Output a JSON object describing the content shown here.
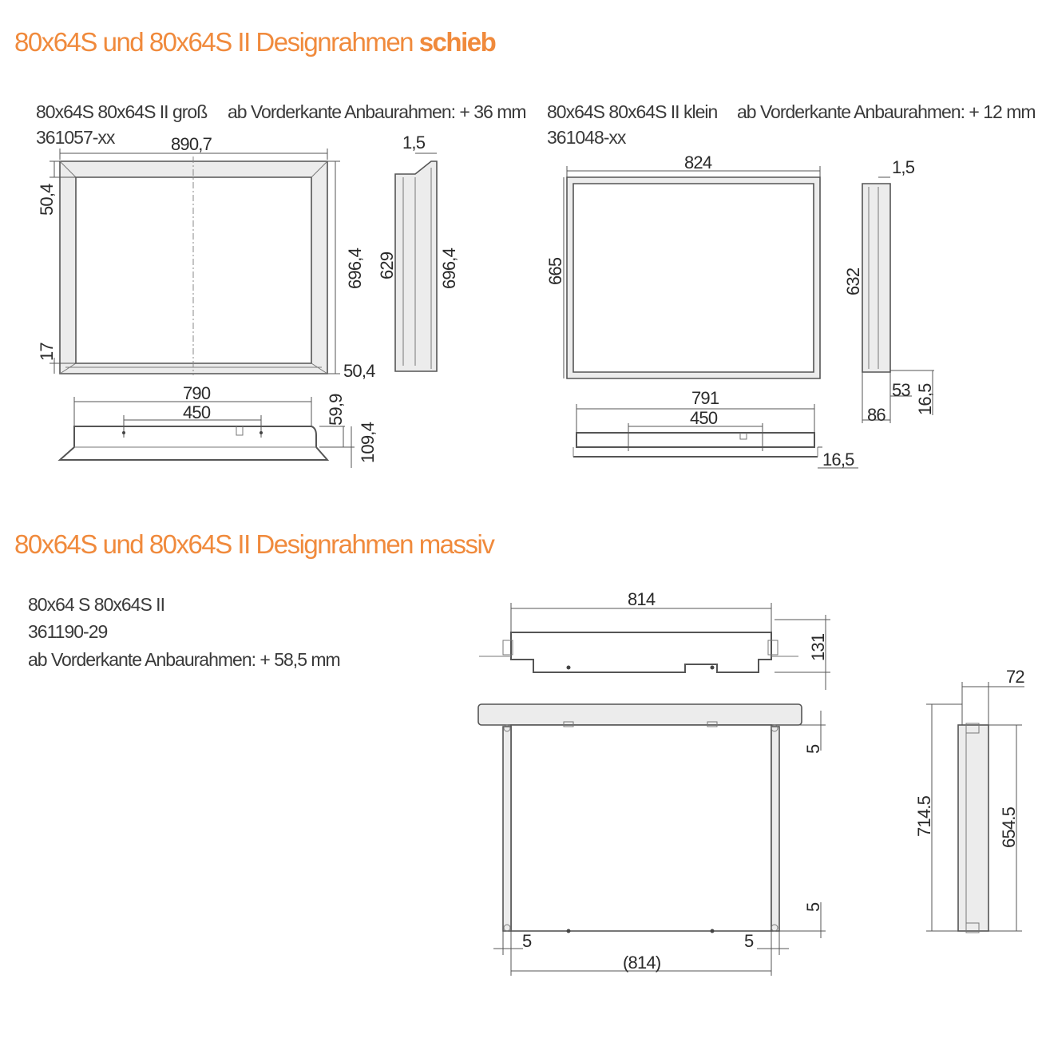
{
  "colors": {
    "accent": "#f08a3c",
    "line": "#555555",
    "text": "#333333"
  },
  "sections": [
    {
      "title_prefix": "80x64S und 80x64S II Designrahmen ",
      "title_bold": "schieb",
      "parts": [
        {
          "name": "80x64S 80x64S II groß",
          "article": "361057-xx",
          "offset": "ab Vorderkante Anbaurahmen: + 36 mm",
          "dims": {
            "width": "890,7",
            "side_top": "50,4",
            "side_bottom": "17",
            "height": "696,4",
            "bottom_right": "50,4",
            "profile_thickness": "1,5",
            "profile_inner": "629",
            "profile_height": "696,4",
            "rail_length": "790",
            "rail_holes": "450",
            "rail_depth": "59,9",
            "rail_total": "109,4"
          }
        },
        {
          "name": "80x64S 80x64S II klein",
          "article": "361048-xx",
          "offset": "ab Vorderkante Anbaurahmen: + 12 mm",
          "dims": {
            "width": "824",
            "height": "665",
            "profile_thickness": "1,5",
            "profile_height": "632",
            "profile_a": "53",
            "profile_b": "86",
            "profile_c": "16,5",
            "rail_length": "791",
            "rail_holes": "450",
            "rail_depth": "16,5"
          }
        }
      ]
    },
    {
      "title": "80x64S und 80x64S II Designrahmen massiv",
      "part": {
        "name": "80x64 S 80x64S II",
        "article": "361190-29",
        "offset": "ab Vorderkante Anbaurahmen: + 58,5 mm"
      },
      "dims": {
        "top_width": "814",
        "top_height": "131",
        "gap_top": "5",
        "gap_bottom": "5",
        "gap_left": "5",
        "gap_right": "5",
        "bottom_width": "(814)",
        "side_depth": "72",
        "side_outer": "714.5",
        "side_inner": "654.5"
      }
    }
  ]
}
